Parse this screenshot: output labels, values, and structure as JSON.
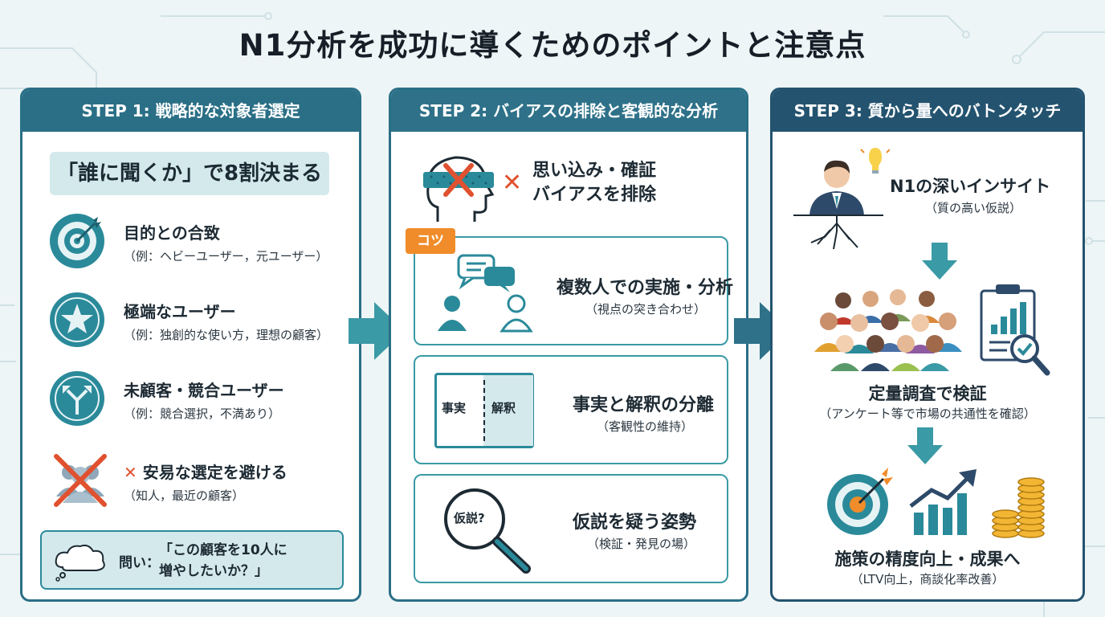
{
  "title": "N1分析を成功に導くためのポイントと注意点",
  "colors": {
    "teal": "#2a8a9a",
    "navy": "#23536f",
    "orange": "#f08c2a",
    "red": "#e0512f"
  },
  "step1": {
    "header": "STEP 1: 戦略的な対象者選定",
    "key": "「誰に聞くか」で8割決まる",
    "items": [
      {
        "icon": "target-icon",
        "title": "目的との合致",
        "note": "（例：ヘビーユーザー，元ユーザー）"
      },
      {
        "icon": "star-icon",
        "title": "極端なユーザー",
        "note": "（例：独創的な使い方，理想の顧客）"
      },
      {
        "icon": "split-arrows-icon",
        "title": "未顧客・競合ユーザー",
        "note": "（例：競合選択，不満あり）"
      },
      {
        "icon": "crossed-people-icon",
        "mark": "✕",
        "title": "安易な選定を避ける",
        "note": "（知人，最近の顧客）"
      }
    ],
    "question_label": "問い：",
    "question_line1": "「この顧客を10人に",
    "question_line2": "増やしたいか？」"
  },
  "step2": {
    "header": "STEP 2: バイアスの排除と客観的な分析",
    "bias_mark": "✕",
    "bias_line1": "思い込み・確証",
    "bias_line2": "バイアスを排除",
    "tip_badge": "コツ",
    "tips": [
      {
        "icon": "discussion-icon",
        "title": "複数人での実施・分析",
        "note": "（視点の突き合わせ）"
      },
      {
        "icon": "notebook-icon",
        "title": "事実と解釈の分離",
        "note": "（客観性の維持）",
        "left_label": "事実",
        "right_label": "解釈"
      },
      {
        "icon": "magnifier-icon",
        "title": "仮説を疑う姿勢",
        "note": "（検証・発見の場）",
        "lens_label": "仮説?"
      }
    ]
  },
  "step3": {
    "header": "STEP 3: 質から量へのバトンタッチ",
    "b1_title": "N1の深いインサイト",
    "b1_note": "（質の高い仮説）",
    "b2_title": "定量調査で検証",
    "b2_note": "（アンケート等で市場の共通性を確認）",
    "b3_title": "施策の精度向上・成果へ",
    "b3_note": "（LTV向上，商談化率改善）"
  }
}
